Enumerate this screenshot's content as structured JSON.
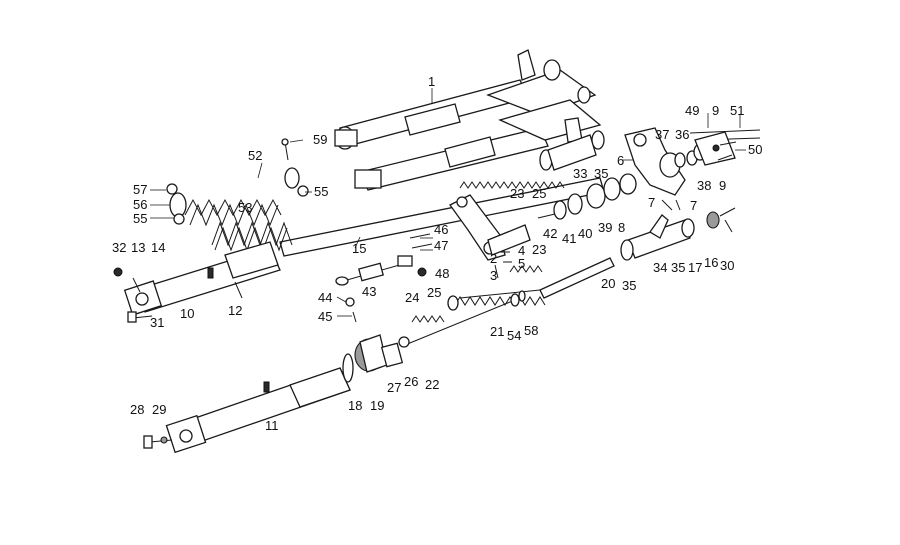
{
  "diagram": {
    "callouts": [
      {
        "id": "c1",
        "text": "1"
      },
      {
        "id": "c2",
        "text": "2"
      },
      {
        "id": "c3",
        "text": "3"
      },
      {
        "id": "c4",
        "text": "4"
      },
      {
        "id": "c5",
        "text": "5"
      },
      {
        "id": "c6",
        "text": "6"
      },
      {
        "id": "c7a",
        "text": "7"
      },
      {
        "id": "c7b",
        "text": "7"
      },
      {
        "id": "c8",
        "text": "8"
      },
      {
        "id": "c9a",
        "text": "9"
      },
      {
        "id": "c9b",
        "text": "9"
      },
      {
        "id": "c10",
        "text": "10"
      },
      {
        "id": "c11",
        "text": "11"
      },
      {
        "id": "c12",
        "text": "12"
      },
      {
        "id": "c13",
        "text": "13"
      },
      {
        "id": "c14",
        "text": "14"
      },
      {
        "id": "c15",
        "text": "15"
      },
      {
        "id": "c16",
        "text": "16"
      },
      {
        "id": "c17",
        "text": "17"
      },
      {
        "id": "c18",
        "text": "18"
      },
      {
        "id": "c19",
        "text": "19"
      },
      {
        "id": "c20",
        "text": "20"
      },
      {
        "id": "c21",
        "text": "21"
      },
      {
        "id": "c22",
        "text": "22"
      },
      {
        "id": "c23a",
        "text": "23"
      },
      {
        "id": "c23b",
        "text": "23"
      },
      {
        "id": "c24",
        "text": "24"
      },
      {
        "id": "c25a",
        "text": "25"
      },
      {
        "id": "c25b",
        "text": "25"
      },
      {
        "id": "c26",
        "text": "26"
      },
      {
        "id": "c27",
        "text": "27"
      },
      {
        "id": "c28",
        "text": "28"
      },
      {
        "id": "c29",
        "text": "29"
      },
      {
        "id": "c30",
        "text": "30"
      },
      {
        "id": "c31",
        "text": "31"
      },
      {
        "id": "c32",
        "text": "32"
      },
      {
        "id": "c33",
        "text": "33"
      },
      {
        "id": "c34",
        "text": "34"
      },
      {
        "id": "c35a",
        "text": "35"
      },
      {
        "id": "c35b",
        "text": "35"
      },
      {
        "id": "c35c",
        "text": "35"
      },
      {
        "id": "c36",
        "text": "36"
      },
      {
        "id": "c37",
        "text": "37"
      },
      {
        "id": "c38",
        "text": "38"
      },
      {
        "id": "c39",
        "text": "39"
      },
      {
        "id": "c40",
        "text": "40"
      },
      {
        "id": "c41",
        "text": "41"
      },
      {
        "id": "c42",
        "text": "42"
      },
      {
        "id": "c43",
        "text": "43"
      },
      {
        "id": "c44",
        "text": "44"
      },
      {
        "id": "c45",
        "text": "45"
      },
      {
        "id": "c46",
        "text": "46"
      },
      {
        "id": "c47",
        "text": "47"
      },
      {
        "id": "c48",
        "text": "48"
      },
      {
        "id": "c49",
        "text": "49"
      },
      {
        "id": "c50",
        "text": "50"
      },
      {
        "id": "c51",
        "text": "51"
      },
      {
        "id": "c52",
        "text": "52"
      },
      {
        "id": "c53",
        "text": "53"
      },
      {
        "id": "c54",
        "text": "54"
      },
      {
        "id": "c55a",
        "text": "55"
      },
      {
        "id": "c55b",
        "text": "55"
      },
      {
        "id": "c56",
        "text": "56"
      },
      {
        "id": "c57",
        "text": "57"
      },
      {
        "id": "c58",
        "text": "58"
      },
      {
        "id": "c59",
        "text": "59"
      }
    ]
  }
}
